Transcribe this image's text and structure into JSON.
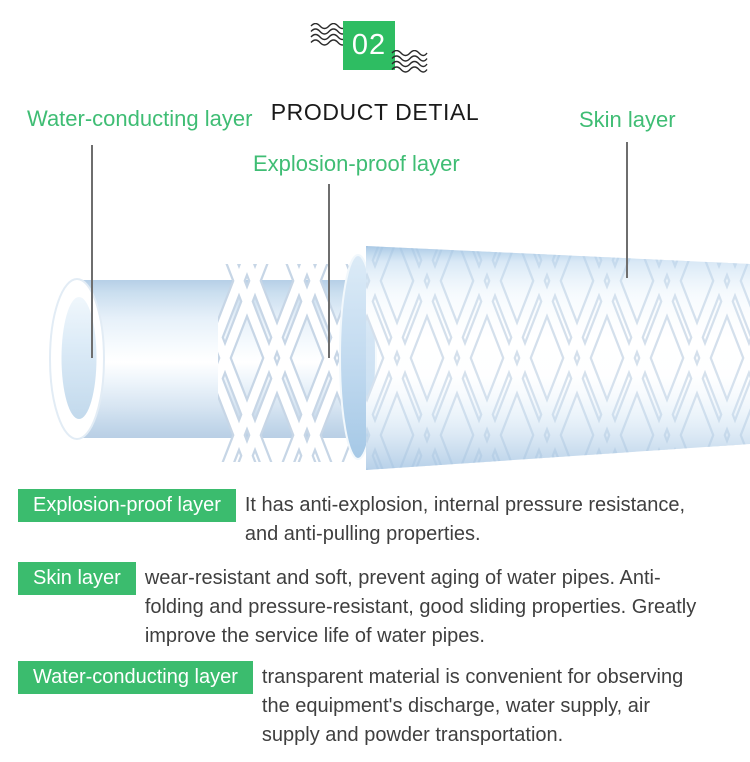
{
  "header": {
    "badge_number": "02",
    "title": "PRODUCT DETIAL"
  },
  "callouts": {
    "water": "Water-conducting layer",
    "explosion": "Explosion-proof layer",
    "skin": "Skin layer"
  },
  "details": [
    {
      "label": "Explosion-proof layer",
      "text": "It has anti-explosion, internal pressure resistance, and anti-pulling properties."
    },
    {
      "label": "Skin layer",
      "text": "wear-resistant and soft, prevent aging of water pipes. Anti-folding and pressure-resistant, good sliding properties. Greatly improve the service life of water pipes."
    },
    {
      "label": "Water-conducting layer",
      "text": "transparent material is convenient for observing the equipment's discharge, water supply, air supply and powder transportation."
    }
  ],
  "icons": {
    "wave_top_left": "wave-squiggle-icon",
    "wave_bottom_right": "wave-squiggle-icon"
  },
  "colors": {
    "badge_green": "#2ebd62",
    "label_green": "#3fbd74",
    "tag_green": "#3bbc6e",
    "body_text": "#3f3f3f",
    "pointer_line": "#6e6e6e",
    "hose_blue_light": "#e9f2fa",
    "hose_blue_deep": "#aecde9"
  }
}
